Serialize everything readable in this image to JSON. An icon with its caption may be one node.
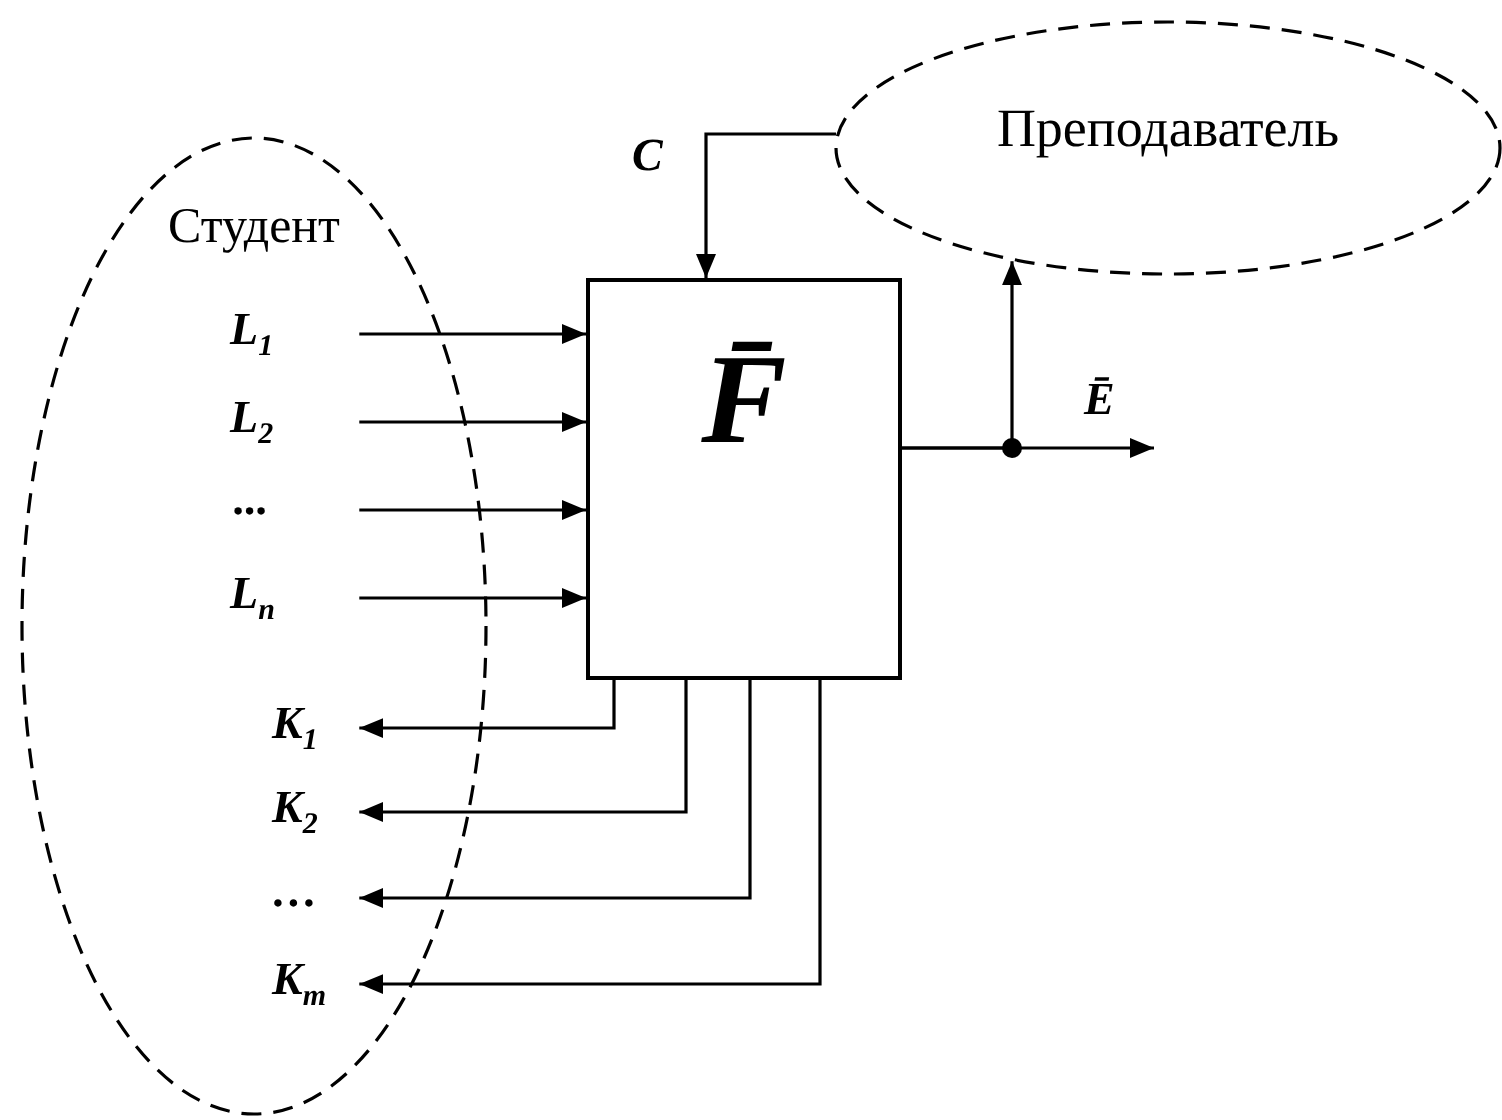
{
  "diagram": {
    "nodes": [
      {
        "text": [
          "Студент"
        ]
      },
      {
        "text": [
          "Преподаватель"
        ]
      },
      {
        "text": [
          "F̄"
        ]
      }
    ],
    "edges": [
      {
        "from": 0,
        "to": 2,
        "arrow": "to",
        "label": "L$_{1}$"
      },
      {
        "from": 0,
        "to": 2,
        "arrow": "to",
        "label": "L$_{2}$"
      },
      {
        "from": 0,
        "to": 2,
        "arrow": "to",
        "label": "..."
      },
      {
        "from": 0,
        "to": 2,
        "arrow": "to",
        "label": "L$_{n}$"
      },
      {
        "from": 2,
        "to": 0,
        "arrow": "to",
        "label": "K$_{1}$"
      },
      {
        "from": 2,
        "to": 0,
        "arrow": "to",
        "label": "K$_{2}$"
      },
      {
        "from": 2,
        "to": 0,
        "arrow": "to",
        "label": "…"
      },
      {
        "from": 2,
        "to": 0,
        "arrow": "to",
        "label": "K$_{m}$"
      },
      {
        "from": 1,
        "to": 2,
        "arrow": "to",
        "label": "C"
      },
      {
        "from": 2,
        "to": null,
        "arrow": "to",
        "label": "Ē"
      },
      {
        "from": 2,
        "to": 1,
        "arrow": "to"
      }
    ]
  }
}
